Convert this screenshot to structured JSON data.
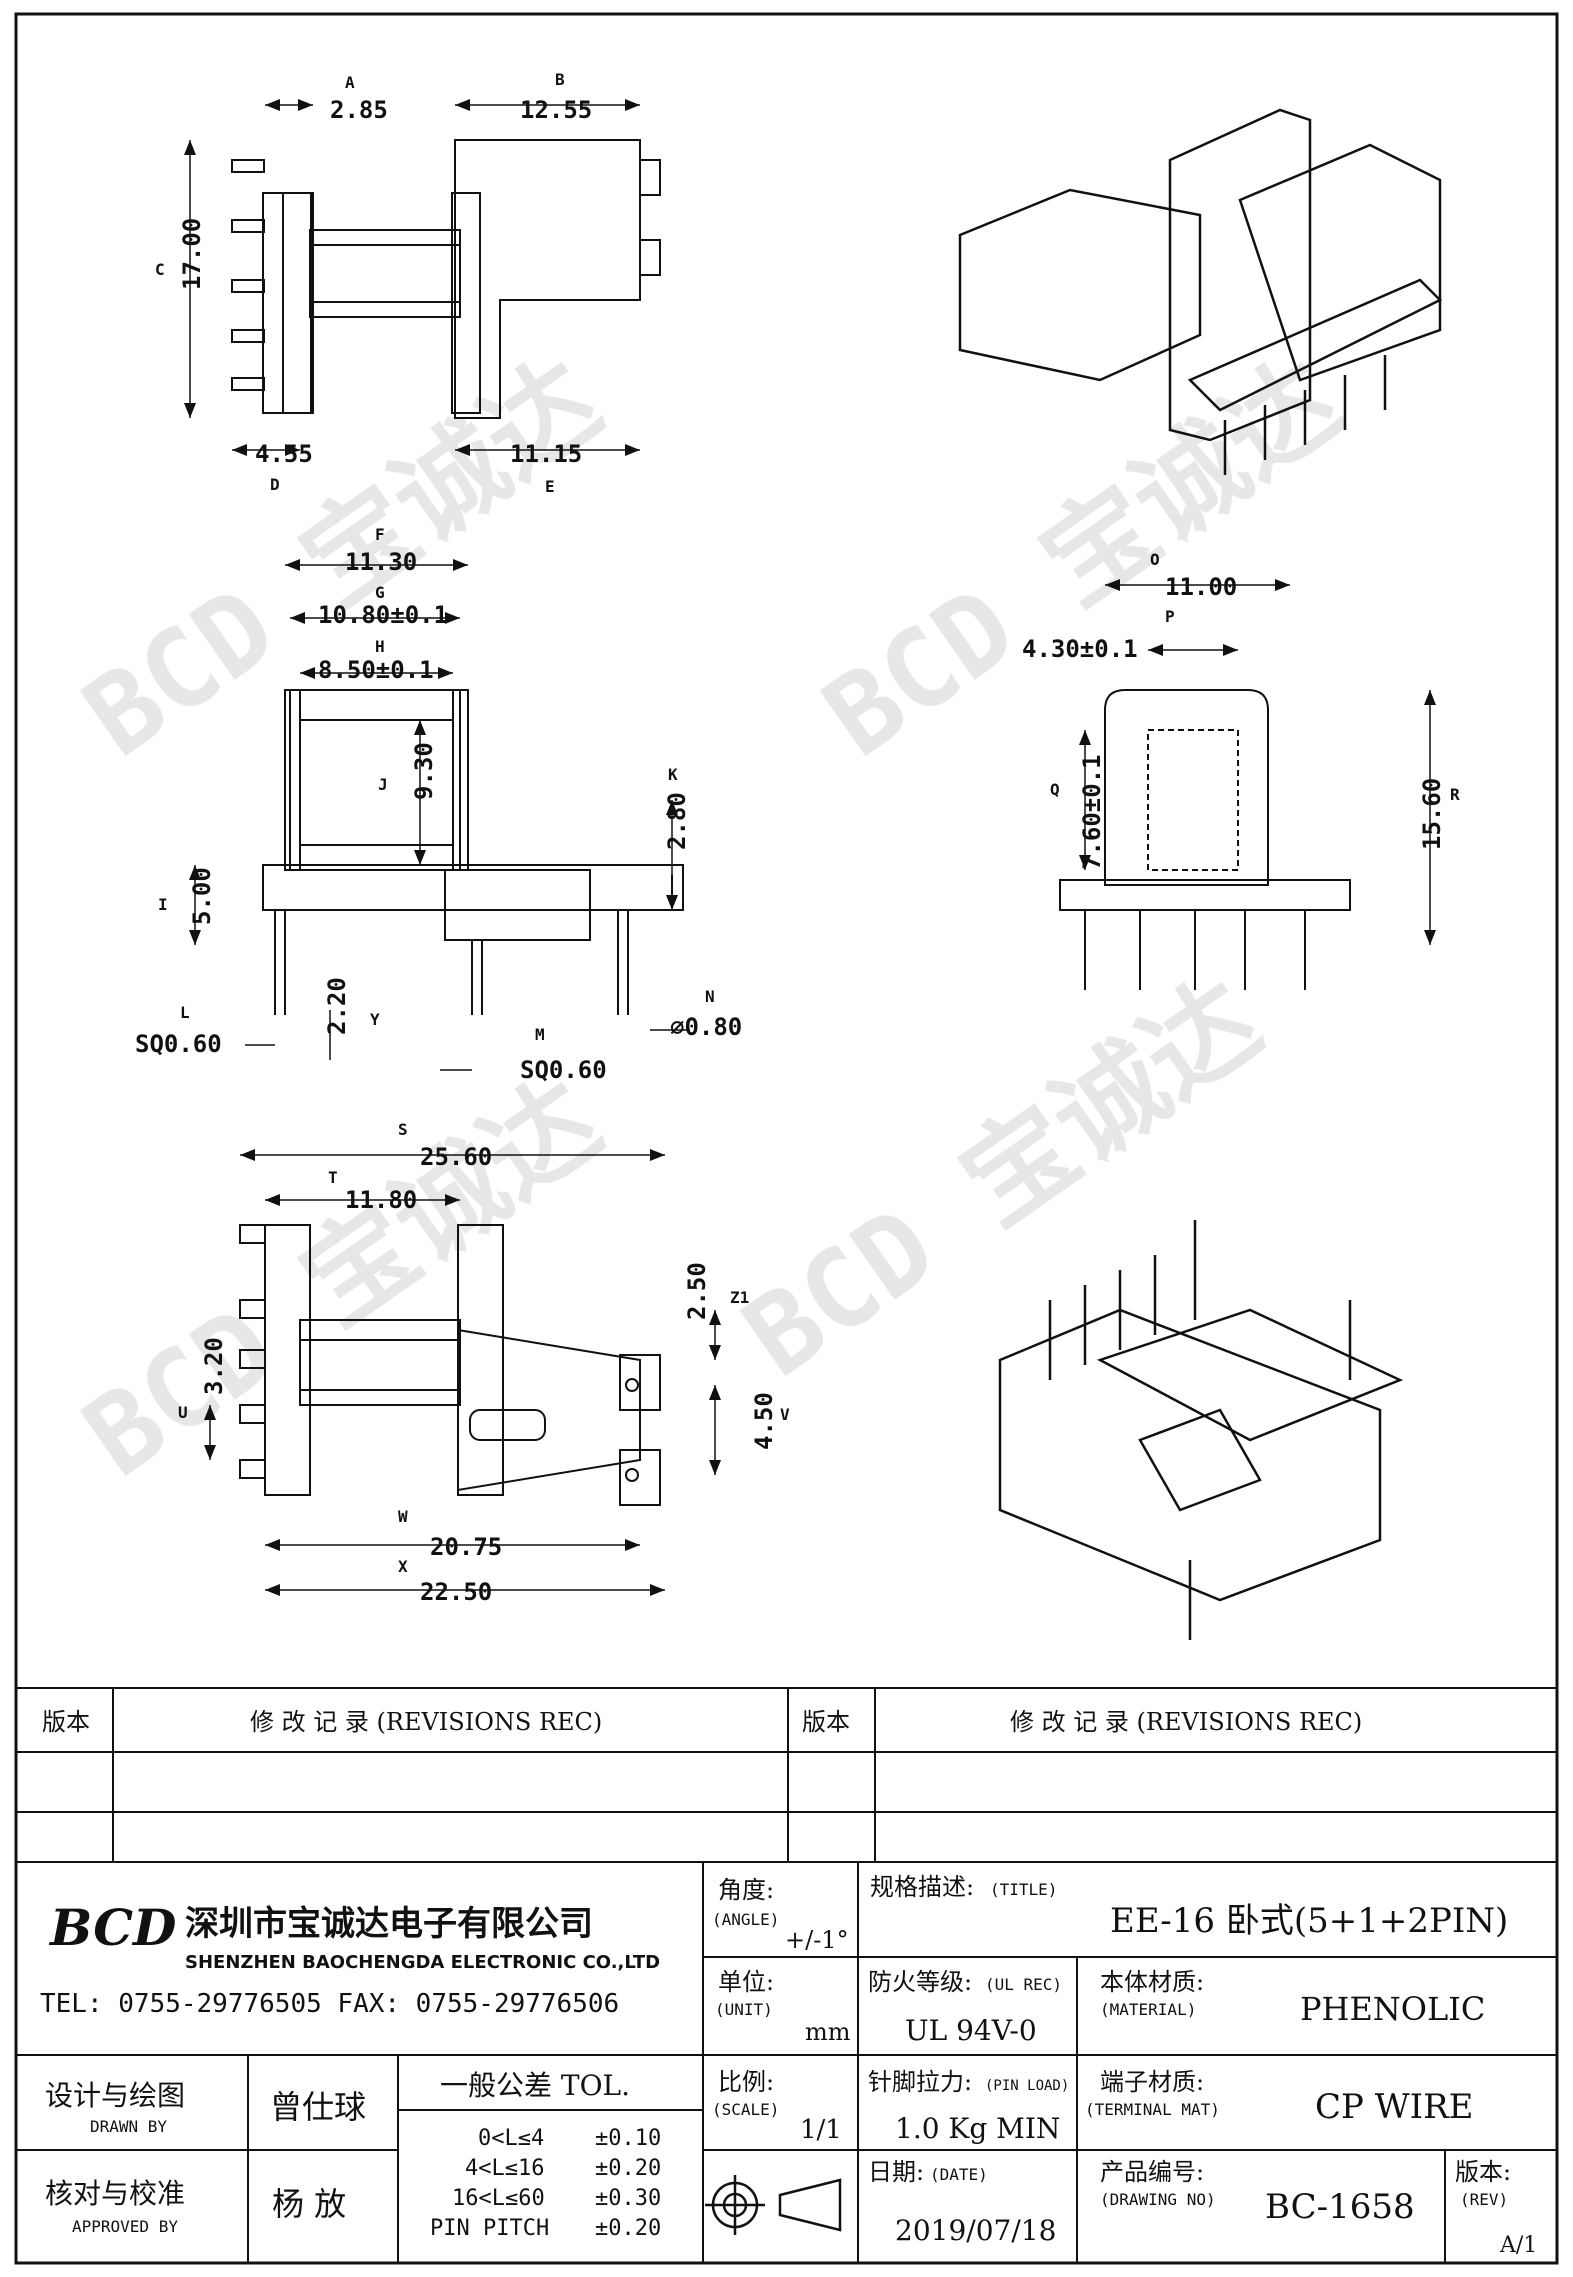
{
  "dims": {
    "A": {
      "letter": "A",
      "value": "2.85"
    },
    "B": {
      "letter": "B",
      "value": "12.55"
    },
    "C": {
      "letter": "C",
      "value": "17.00"
    },
    "D": {
      "letter": "D",
      "value": "4.55"
    },
    "E": {
      "letter": "E",
      "value": "11.15"
    },
    "F": {
      "letter": "F",
      "value": "11.30"
    },
    "G": {
      "letter": "G",
      "value": "10.80±0.1"
    },
    "H": {
      "letter": "H",
      "value": "8.50±0.1"
    },
    "I": {
      "letter": "I",
      "value": "5.00"
    },
    "J": {
      "letter": "J",
      "value": "9.30"
    },
    "K": {
      "letter": "K",
      "value": "2.80"
    },
    "L": {
      "letter": "L",
      "value": "SQ0.60"
    },
    "M": {
      "letter": "M",
      "value": "SQ0.60"
    },
    "N": {
      "letter": "N",
      "value": "⌀0.80"
    },
    "O": {
      "letter": "O",
      "value": "11.00"
    },
    "P": {
      "letter": "P",
      "value": "4.30±0.1"
    },
    "Q": {
      "letter": "Q",
      "value": "7.60±0.1"
    },
    "R": {
      "letter": "R",
      "value": "15.60"
    },
    "S": {
      "letter": "S",
      "value": "25.60"
    },
    "T": {
      "letter": "T",
      "value": "11.80"
    },
    "U": {
      "letter": "U",
      "value": "3.20"
    },
    "V": {
      "letter": "V",
      "value": "4.50"
    },
    "W": {
      "letter": "W",
      "value": "20.75"
    },
    "X": {
      "letter": "X",
      "value": "22.50"
    },
    "Y": {
      "letter": "Y",
      "value": "2.20"
    },
    "Z1": {
      "letter": "Z1",
      "value": "2.50"
    }
  },
  "watermark": "BCD 宝诚达",
  "revisions": {
    "version_label": "版本",
    "header": "修  改  记  录  (REVISIONS REC)"
  },
  "company": {
    "logo": "BCD",
    "name_cn": "深圳市宝诚达电子有限公司",
    "name_en": "SHENZHEN BAOCHENGDA ELECTRONIC CO.,LTD",
    "contact": "TEL: 0755-29776505  FAX: 0755-29776506"
  },
  "title_block": {
    "angle_label": "角度:",
    "angle_sub": "(ANGLE)",
    "angle_value": "+/-1°",
    "title_label": "规格描述:",
    "title_sub": "(TITLE)",
    "title_value": "EE-16 卧式(5+1+2PIN)",
    "unit_label": "单位:",
    "unit_sub": "(UNIT)",
    "unit_value": "mm",
    "ul_label": "防火等级:",
    "ul_sub": "(UL REC)",
    "ul_value": "UL 94V-0",
    "material_label": "本体材质:",
    "material_sub": "(MATERIAL)",
    "material_value": "PHENOLIC",
    "scale_label": "比例:",
    "scale_sub": "(SCALE)",
    "scale_value": "1/1",
    "pinload_label": "针脚拉力:",
    "pinload_sub": "(PIN LOAD)",
    "pinload_value": "1.0 Kg MIN",
    "terminal_label": "端子材质:",
    "terminal_sub": "(TERMINAL MAT)",
    "terminal_value": "CP WIRE",
    "date_label": "日期:",
    "date_sub": "(DATE)",
    "date_value": "2019/07/18",
    "drawing_label": "产品编号:",
    "drawing_sub": "(DRAWING NO)",
    "drawing_value": "BC-1658",
    "rev_label": "版本:",
    "rev_sub": "(REV)",
    "rev_value": "A/1",
    "drawn_label": "设计与绘图",
    "drawn_sub": "DRAWN BY",
    "drawn_value": "曾仕球",
    "approved_label": "核对与校准",
    "approved_sub": "APPROVED BY",
    "approved_value": "杨  放",
    "tol_title": "一般公差 TOL.",
    "tol_rows": [
      {
        "range": "0<L≤4",
        "tol": "±0.10"
      },
      {
        "range": "4<L≤16",
        "tol": "±0.20"
      },
      {
        "range": "16<L≤60",
        "tol": "±0.30"
      },
      {
        "range": "PIN PITCH",
        "tol": "±0.20"
      }
    ]
  }
}
